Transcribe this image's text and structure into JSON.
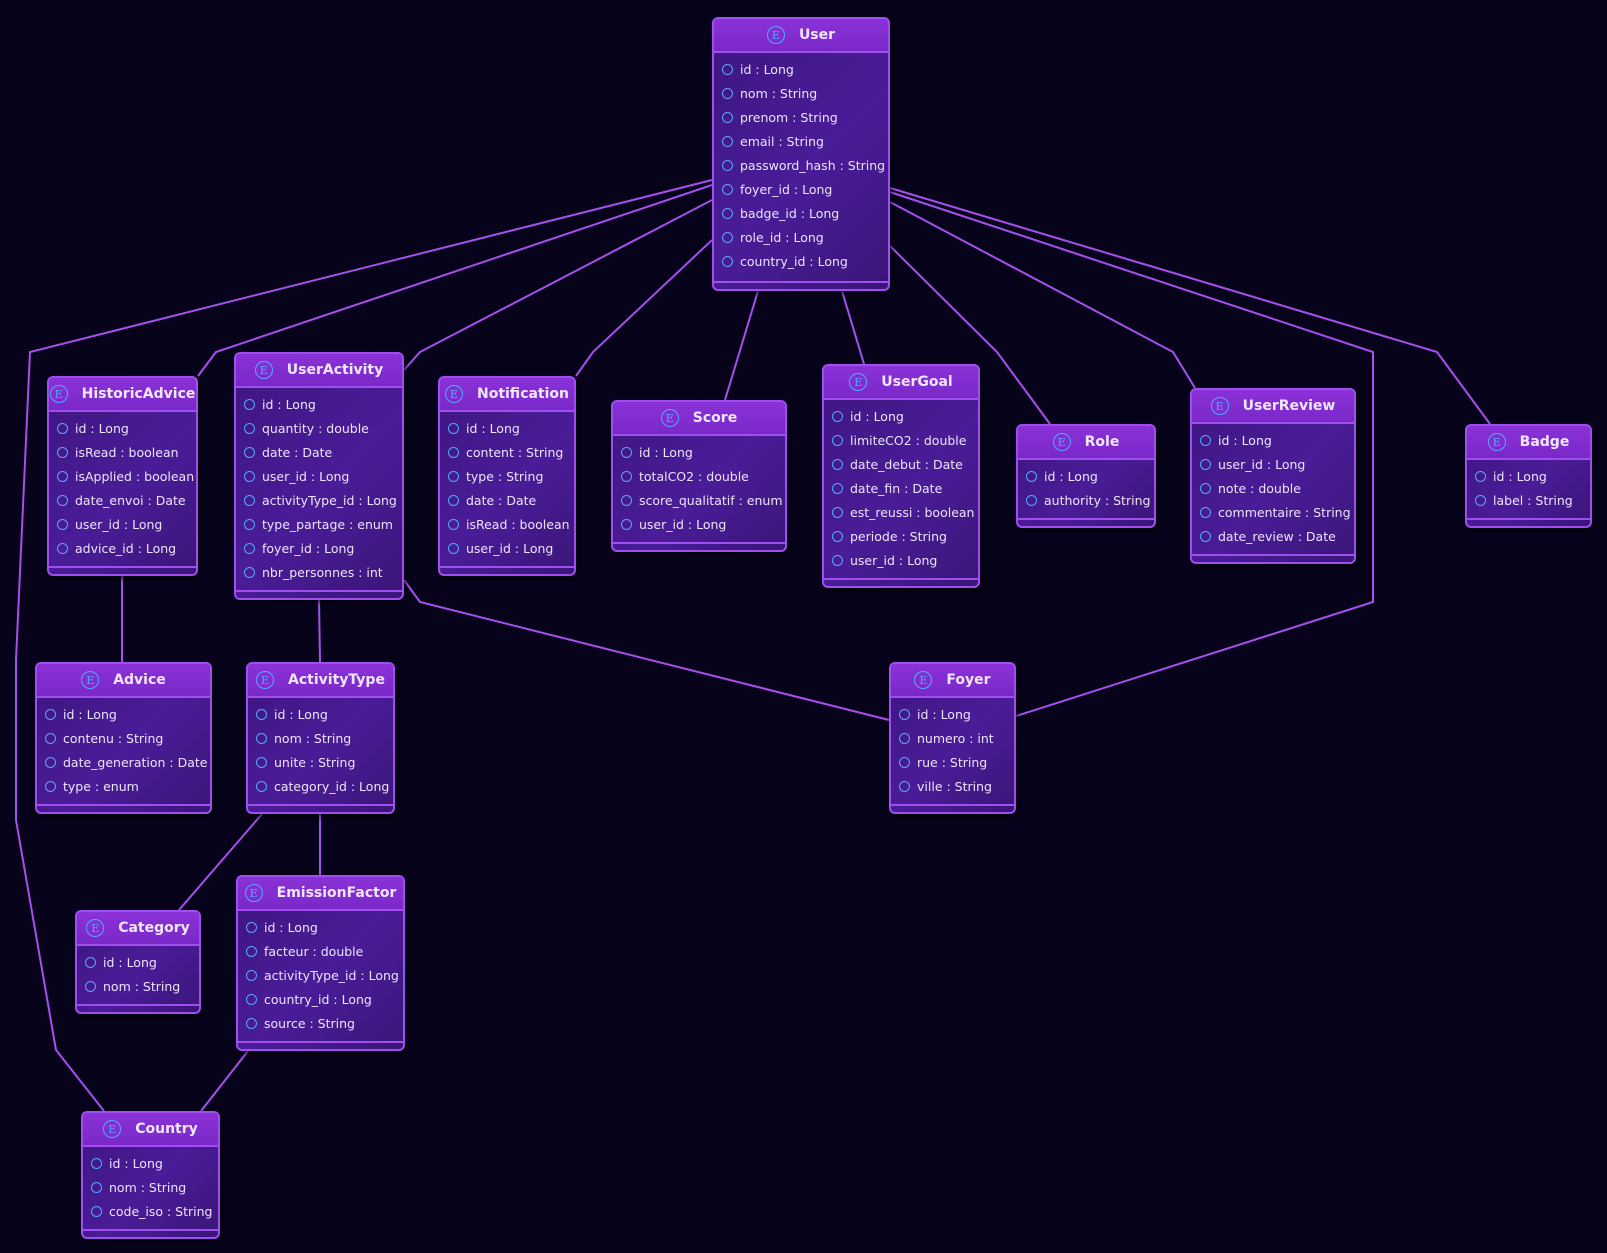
{
  "diagram": {
    "entities": [
      {
        "key": "user",
        "name": "User",
        "icon": "E",
        "fields": [
          "id : Long",
          "nom : String",
          "prenom : String",
          "email : String",
          "password_hash : String",
          "foyer_id : Long",
          "badge_id : Long",
          "role_id : Long",
          "country_id : Long"
        ]
      },
      {
        "key": "historicadvice",
        "name": "HistoricAdvice",
        "icon": "E",
        "fields": [
          "id : Long",
          "isRead : boolean",
          "isApplied : boolean",
          "date_envoi : Date",
          "user_id : Long",
          "advice_id : Long"
        ]
      },
      {
        "key": "useractivity",
        "name": "UserActivity",
        "icon": "E",
        "fields": [
          "id : Long",
          "quantity : double",
          "date : Date",
          "user_id : Long",
          "activityType_id : Long",
          "type_partage : enum",
          "foyer_id : Long",
          "nbr_personnes : int"
        ]
      },
      {
        "key": "notification",
        "name": "Notification",
        "icon": "E",
        "fields": [
          "id : Long",
          "content : String",
          "type : String",
          "date : Date",
          "isRead : boolean",
          "user_id : Long"
        ]
      },
      {
        "key": "score",
        "name": "Score",
        "icon": "E",
        "fields": [
          "id : Long",
          "totalCO2 : double",
          "score_qualitatif : enum",
          "user_id : Long"
        ]
      },
      {
        "key": "usergoal",
        "name": "UserGoal",
        "icon": "E",
        "fields": [
          "id : Long",
          "limiteCO2 : double",
          "date_debut : Date",
          "date_fin : Date",
          "est_reussi : boolean",
          "periode : String",
          "user_id : Long"
        ]
      },
      {
        "key": "role",
        "name": "Role",
        "icon": "E",
        "fields": [
          "id : Long",
          "authority : String"
        ]
      },
      {
        "key": "userreview",
        "name": "UserReview",
        "icon": "E",
        "fields": [
          "id : Long",
          "user_id : Long",
          "note : double",
          "commentaire : String",
          "date_review : Date"
        ]
      },
      {
        "key": "badge",
        "name": "Badge",
        "icon": "E",
        "fields": [
          "id : Long",
          "label : String"
        ]
      },
      {
        "key": "advice",
        "name": "Advice",
        "icon": "E",
        "fields": [
          "id : Long",
          "contenu : String",
          "date_generation : Date",
          "type : enum"
        ]
      },
      {
        "key": "activitytype",
        "name": "ActivityType",
        "icon": "E",
        "fields": [
          "id : Long",
          "nom : String",
          "unite : String",
          "category_id : Long"
        ]
      },
      {
        "key": "foyer",
        "name": "Foyer",
        "icon": "E",
        "fields": [
          "id : Long",
          "numero : int",
          "rue : String",
          "ville : String"
        ]
      },
      {
        "key": "category",
        "name": "Category",
        "icon": "E",
        "fields": [
          "id : Long",
          "nom : String"
        ]
      },
      {
        "key": "emissionfactor",
        "name": "EmissionFactor",
        "icon": "E",
        "fields": [
          "id : Long",
          "facteur : double",
          "activityType_id : Long",
          "country_id : Long",
          "source : String"
        ]
      },
      {
        "key": "country",
        "name": "Country",
        "icon": "E",
        "fields": [
          "id : Long",
          "nom : String",
          "code_iso : String"
        ]
      }
    ],
    "relations": [
      {
        "from": "user",
        "to": "historicadvice"
      },
      {
        "from": "user",
        "to": "useractivity"
      },
      {
        "from": "user",
        "to": "notification"
      },
      {
        "from": "user",
        "to": "score"
      },
      {
        "from": "user",
        "to": "usergoal"
      },
      {
        "from": "user",
        "to": "role"
      },
      {
        "from": "user",
        "to": "userreview"
      },
      {
        "from": "user",
        "to": "badge"
      },
      {
        "from": "user",
        "to": "foyer"
      },
      {
        "from": "user",
        "to": "country"
      },
      {
        "from": "historicadvice",
        "to": "advice"
      },
      {
        "from": "useractivity",
        "to": "activitytype"
      },
      {
        "from": "useractivity",
        "to": "foyer"
      },
      {
        "from": "activitytype",
        "to": "category"
      },
      {
        "from": "activitytype",
        "to": "emissionfactor"
      },
      {
        "from": "emissionfactor",
        "to": "country"
      }
    ],
    "colors": {
      "background": "#07031a",
      "border": "#a04ef0",
      "header": "#8a32d8",
      "body": "#4a1c98",
      "text": "#ece4ff",
      "icon": "#55a8ff",
      "edge": "#a550ee"
    }
  }
}
